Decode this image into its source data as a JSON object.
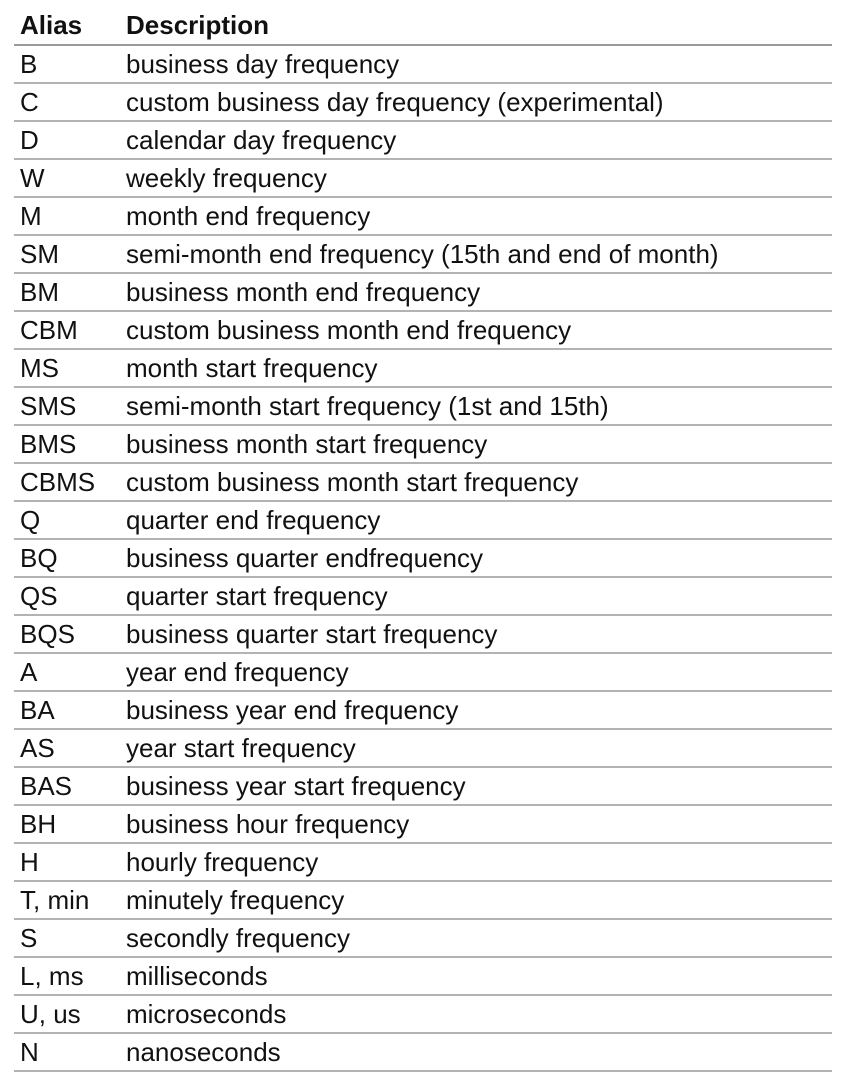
{
  "table": {
    "headers": {
      "alias": "Alias",
      "description": "Description"
    },
    "rows": [
      {
        "alias": "B",
        "description": "business day frequency"
      },
      {
        "alias": "C",
        "description": "custom business day frequency (experimental)"
      },
      {
        "alias": "D",
        "description": "calendar day frequency"
      },
      {
        "alias": "W",
        "description": "weekly frequency"
      },
      {
        "alias": "M",
        "description": "month end frequency"
      },
      {
        "alias": "SM",
        "description": "semi-month end frequency (15th and end of month)"
      },
      {
        "alias": "BM",
        "description": "business month end frequency"
      },
      {
        "alias": "CBM",
        "description": "custom business month end frequency"
      },
      {
        "alias": "MS",
        "description": "month start frequency"
      },
      {
        "alias": "SMS",
        "description": "semi-month start frequency (1st and 15th)"
      },
      {
        "alias": "BMS",
        "description": "business month start frequency"
      },
      {
        "alias": "CBMS",
        "description": "custom business month start frequency"
      },
      {
        "alias": "Q",
        "description": "quarter end frequency"
      },
      {
        "alias": "BQ",
        "description": "business quarter endfrequency"
      },
      {
        "alias": "QS",
        "description": "quarter start frequency"
      },
      {
        "alias": "BQS",
        "description": "business quarter start frequency"
      },
      {
        "alias": "A",
        "description": "year end frequency"
      },
      {
        "alias": "BA",
        "description": "business year end frequency"
      },
      {
        "alias": "AS",
        "description": "year start frequency"
      },
      {
        "alias": "BAS",
        "description": "business year start frequency"
      },
      {
        "alias": "BH",
        "description": "business hour frequency"
      },
      {
        "alias": "H",
        "description": "hourly frequency"
      },
      {
        "alias": "T, min",
        "description": "minutely frequency"
      },
      {
        "alias": "S",
        "description": "secondly frequency"
      },
      {
        "alias": "L, ms",
        "description": "milliseconds"
      },
      {
        "alias": "U, us",
        "description": "microseconds"
      },
      {
        "alias": "N",
        "description": "nanoseconds"
      }
    ]
  }
}
